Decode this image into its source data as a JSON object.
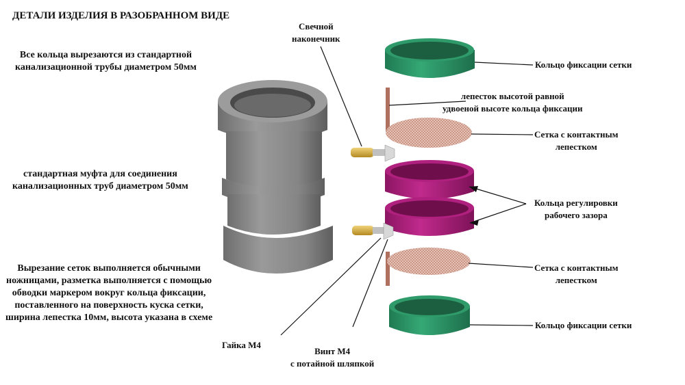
{
  "title": "ДЕТАЛИ ИЗДЕЛИЯ В РАЗОБРАННОМ ВИДЕ",
  "notes": {
    "rings_cut": [
      "Все кольца вырезаются из стандартной",
      "канализационной трубы диаметром 50мм"
    ],
    "coupling": [
      "стандартная муфта для соединения",
      "канализационных труб диаметром 50мм"
    ],
    "mesh_cutting": [
      "Вырезание сеток выполняется обычными",
      "ножницами, разметка выполняется с помощью",
      "обводки маркером вокруг кольца фиксации,",
      "поставленного на поверхность куска сетки,",
      "ширина лепестка 10мм, высота указана в схеме"
    ]
  },
  "parts": {
    "spark_cap": [
      "Свечной",
      "наконечник"
    ],
    "ring_top": "Кольцо фиксации сетки",
    "petal": [
      "лепесток высотой равной",
      "удвоеной высоте кольца фиксации"
    ],
    "mesh_top": [
      "Сетка с контактным",
      "лепестком"
    ],
    "adjust_rings": [
      "Кольца регулировки",
      "рабочего зазора"
    ],
    "mesh_bottom": [
      "Сетка с контактным",
      "лепестком"
    ],
    "ring_bottom": "Кольцо фиксации сетки",
    "nut": "Гайка М4",
    "screw": [
      "Винт М4",
      "с потайной шляпкой"
    ]
  },
  "colors": {
    "coupling": "#8a8a8a",
    "fix_ring": "#2f9a6a",
    "adjust_ring": "#b0207e",
    "mesh": "#d8a89a",
    "petal": "#b07060",
    "brass": "#d9b13a"
  }
}
